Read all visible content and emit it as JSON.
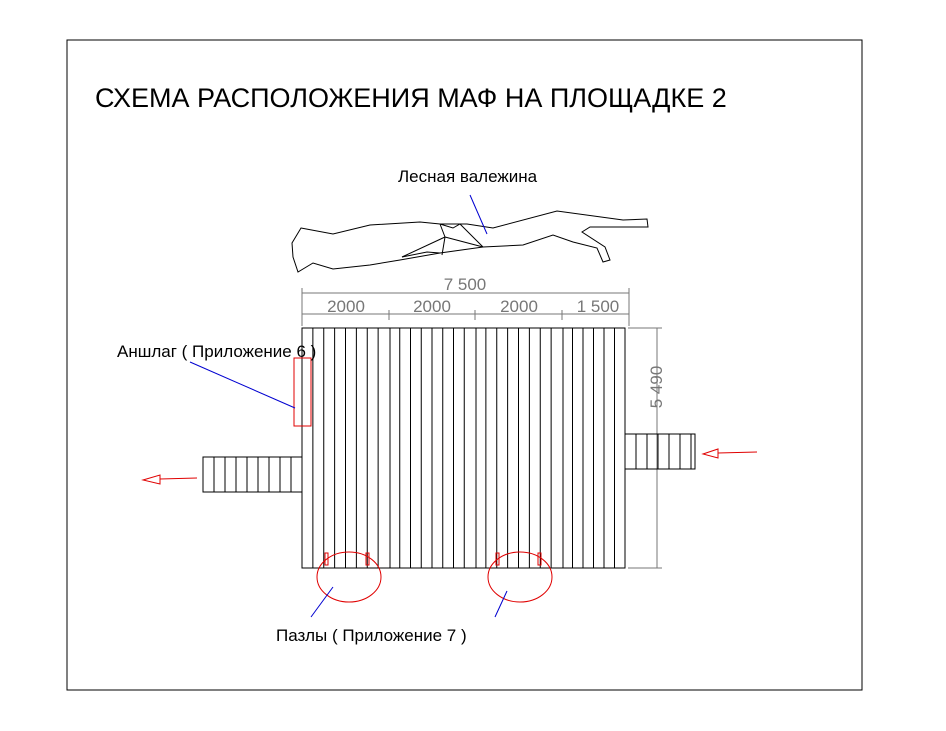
{
  "title": "СХЕМА РАСПОЛОЖЕНИЯ МАФ НА ПЛОЩАДКЕ 2",
  "labels": {
    "log": "Лесная валежина",
    "sign": "Аншлаг ( Приложение 6 )",
    "puzzles": "Пазлы ( Приложение 7 )"
  },
  "dimensions": {
    "total_width": "7 500",
    "sections": [
      "2000",
      "2000",
      "2000",
      "1 500"
    ],
    "height": "5 490"
  },
  "colors": {
    "line": "#000000",
    "annotation": "#e00000",
    "leader": "#0000d0",
    "dimension": "#777777"
  }
}
